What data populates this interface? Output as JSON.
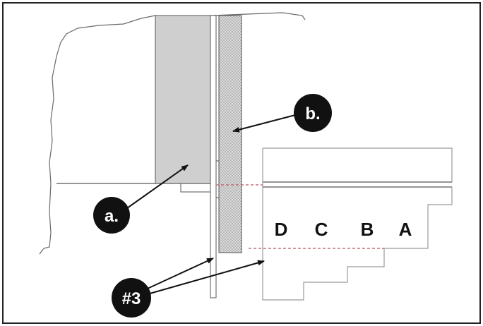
{
  "diagram": {
    "labels": {
      "a": "a.",
      "b": "b.",
      "n3": "#3"
    },
    "steps": [
      "D",
      "C",
      "B",
      "A"
    ],
    "colors": {
      "frame": "#222222",
      "outline": "#555555",
      "light_outline": "#9a9a9a",
      "gray_fill": "#cfcfcf",
      "dotted_fill": "#d9d9d9",
      "dashed_line": "#c0707a",
      "callout_fill": "#111111",
      "callout_text": "#ffffff"
    }
  }
}
